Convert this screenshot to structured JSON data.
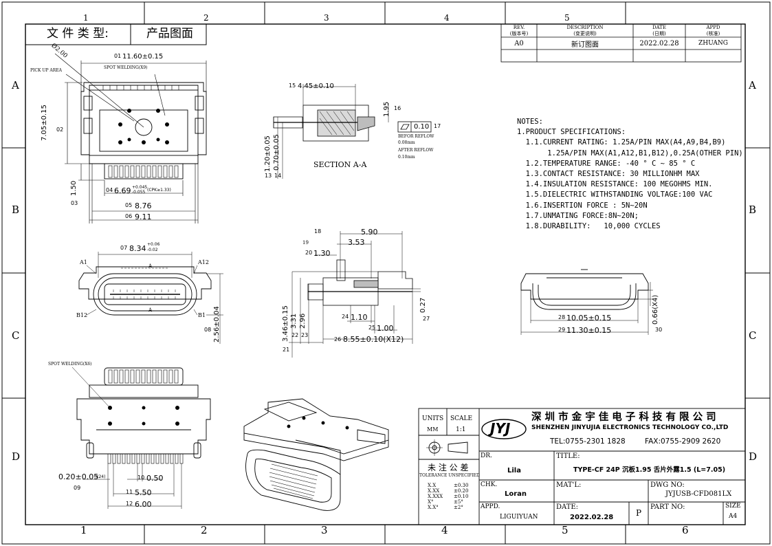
{
  "border": {
    "cols_top": [
      "1",
      "2",
      "3",
      "4",
      "5"
    ],
    "cols_bottom": [
      "1",
      "2",
      "3",
      "4",
      "5",
      "6"
    ],
    "rows_left": [
      "A",
      "B",
      "C",
      "D"
    ],
    "rows_right": [
      "A",
      "B",
      "C",
      "D"
    ]
  },
  "doc_type": {
    "label": "文 件 类 型:",
    "value": "产品图面"
  },
  "revision": {
    "headers": [
      {
        "en": "REV.",
        "cn": "(版本号)"
      },
      {
        "en": "DESCRIPTION",
        "cn": "(变更说明)"
      },
      {
        "en": "DATE",
        "cn": "(日期)"
      },
      {
        "en": "APPD",
        "cn": "(核准)"
      }
    ],
    "row": [
      "A0",
      "新订图面",
      "2022.02.28",
      "ZHUANG"
    ]
  },
  "top_view": {
    "dims": {
      "d01": "11.60±0.15",
      "d02": "7.05±0.15",
      "d03": "1.50",
      "d04": "6.69",
      "d04_tol_plus": "+0.045",
      "d04_tol_minus": "-0.055",
      "d04_note": "(CPK≥1.33)",
      "d05": "8.76",
      "d06": "9.11",
      "dia": "Ø2.00"
    },
    "labels": {
      "pickup": "PICK UP AREA",
      "spot": "SPOT WELDING(X9)"
    },
    "circled": [
      "01",
      "02",
      "03",
      "04",
      "05",
      "06"
    ]
  },
  "section": {
    "title": "SECTION A-A",
    "dims": {
      "d15": "4.45±0.10",
      "d16": "1.95",
      "d13": "1.20±0.05",
      "d14": "0.70±0.05",
      "flat_value": "0.10"
    },
    "notes": [
      "BEFOR REFLOW",
      "0.08mm",
      "AFTER REFLOW",
      "0.10mm"
    ],
    "circled": [
      "13",
      "14",
      "15",
      "16",
      "17"
    ]
  },
  "front_view": {
    "dims": {
      "d07": "8.34",
      "d07_plus": "+0.06",
      "d07_minus": "-0.02",
      "d08": "2.56±0.04"
    },
    "pins": [
      "A1",
      "A12",
      "B12",
      "B1"
    ],
    "section_mark": "A",
    "circled": [
      "07",
      "08"
    ]
  },
  "side_view": {
    "dims": {
      "d18": "5.90",
      "n19": "19",
      "d19": "3.53",
      "d20": "1.30",
      "d21": "3.46±0.15",
      "d22": "3.31",
      "d23": "2.96",
      "d24": "1.10",
      "d25": "1.00",
      "d26": "8.55±0.10(X12)",
      "d27": "0.27"
    },
    "circled": [
      "18",
      "20",
      "21",
      "22",
      "23",
      "24",
      "25",
      "26",
      "27"
    ]
  },
  "end_view": {
    "dims": {
      "d28": "10.05±0.15",
      "d29": "11.30±0.15",
      "d30": "0.66(X4)"
    },
    "circled": [
      "28",
      "29",
      "30"
    ]
  },
  "bottom_view": {
    "labels": {
      "spot": "SPOT WELDING(X6)"
    },
    "dims": {
      "d09": "0.20±0.05",
      "d09_note": "(X24)",
      "d10": "0.50",
      "d11": "5.50",
      "d12": "6.00"
    },
    "circled": [
      "09",
      "10",
      "11",
      "12"
    ]
  },
  "notes": {
    "title": "NOTES:",
    "lines": [
      "1.PRODUCT SPECIFICATIONS:",
      "  1.1.CURRENT RATING: 1.25A/PIN MAX(A4,A9,B4,B9)",
      "       1.25A/PIN MAX(A1,A12,B1,B12),0.25A(OTHER PIN)",
      "  1.2.TEMPERATURE RANGE: -40 ° C ~ 85 ° C",
      "  1.3.CONTACT RESISTANCE: 30 MILLIONHM MAX",
      "  1.4.INSULATION RESISTANCE: 100 MEGOHMS MIN.",
      "  1.5.DIELECTRIC WITHSTANDING VOLTAGE:100 VAC",
      "  1.6.INSERTION FORCE : 5N~20N",
      "  1.7.UNMATING FORCE:8N~20N;",
      "  1.8.DURABILITY:   10,000 CYCLES"
    ]
  },
  "title_block": {
    "units_label": "UNITS",
    "units_value": "MM",
    "scale_label": "SCALE",
    "scale_value": "1:1",
    "logo": "JYJ",
    "company_cn": "深 圳 市 金 宇 佳 电 子 科 技 有 限 公 司",
    "company_en": "SHENZHEN JINYUJIA ELECTRONICS TECHNOLOGY CO.,LTD",
    "tel": "TEL:0755-2301 1828",
    "fax": "FAX:0755-2909 2620",
    "tol_title": "未 注 公 差",
    "tol_sub": "TOLERANCE UNSPECIFIED",
    "tolerances": [
      {
        "k": "X.X",
        "v": "±0.30"
      },
      {
        "k": "X.XX",
        "v": "±0.20"
      },
      {
        "k": "X.XXX",
        "v": "±0.10"
      },
      {
        "k": "X°",
        "v": "±5°"
      },
      {
        "k": "X.X°",
        "v": "±2°"
      }
    ],
    "dr_label": "DR.",
    "dr_value": "Lila",
    "chk_label": "CHK.",
    "chk_value": "Loran",
    "appd_label": "APPD.",
    "appd_value": "LIGUIYUAN",
    "title_label": "TITLE:",
    "title_value": "TYPE-CF 24P 沉板1.95 舌片外露1.5 (L=7.05)",
    "matl_label": "MAT'L:",
    "dwg_label": "DWG NO:",
    "dwg_value": "JYJUSB-CFD081LX",
    "date_label": "DATE:",
    "date_value": "2022.02.28",
    "p_label": "P",
    "partno_label": "PART NO:",
    "size_label": "SIZE",
    "size_value": "A4"
  }
}
